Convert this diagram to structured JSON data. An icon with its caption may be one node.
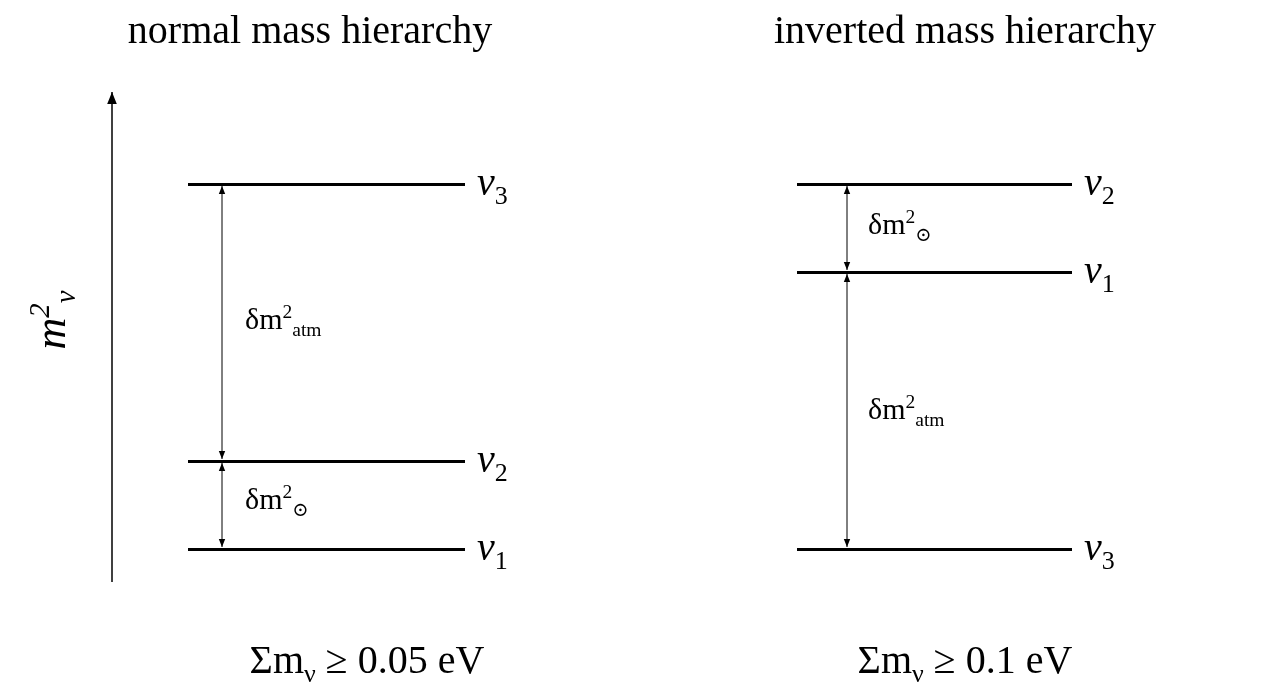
{
  "diagram": {
    "nodes": [
      {
        "text": [
          "ν$_{3}$"
        ]
      },
      {
        "text": [
          "ν$_{2}$"
        ]
      },
      {
        "text": [
          "ν$_{1}$"
        ]
      },
      {
        "text": [
          "ν$_{2}$"
        ]
      },
      {
        "text": [
          "ν$_{1}$"
        ]
      },
      {
        "text": [
          "ν$_{3}$"
        ]
      }
    ],
    "edges": [
      {
        "from": 0,
        "to": 1,
        "arrow": "both",
        "label": "δm$^{2}$$_{atm}$"
      },
      {
        "from": 1,
        "to": 2,
        "arrow": "both",
        "label": "δm$^{2}$$_{⊙}$"
      },
      {
        "from": 3,
        "to": 4,
        "arrow": "both",
        "label": "δm$^{2}$$_{⊙}$"
      },
      {
        "from": 4,
        "to": 5,
        "arrow": "both",
        "label": "δm$^{2}$$_{atm}$"
      }
    ],
    "labels": [
      "normal mass hierarchy",
      "inverted mass hierarchy",
      "m$^{2}$$_{ν}$",
      "Σm$_{ν}$ ≥ 0.05 eV",
      "Σm$_{ν}$ ≥ 0.1 eV"
    ]
  }
}
